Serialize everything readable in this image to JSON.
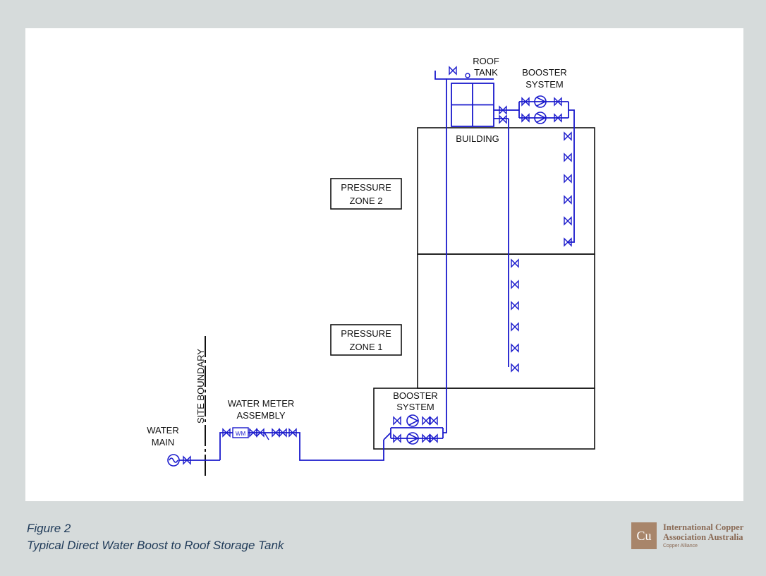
{
  "labels": {
    "roof_tank": [
      "ROOF",
      "TANK"
    ],
    "booster_top": [
      "BOOSTER",
      "SYSTEM"
    ],
    "building": "BUILDING",
    "zone2": [
      "PRESSURE",
      "ZONE 2"
    ],
    "zone1": [
      "PRESSURE",
      "ZONE 1"
    ],
    "site_boundary": "SITE BOUNDARY",
    "water_meter": [
      "WATER METER",
      "ASSEMBLY"
    ],
    "water_main": [
      "WATER",
      "MAIN"
    ],
    "booster_bottom": [
      "BOOSTER",
      "SYSTEM"
    ],
    "meter_mark": "WM"
  },
  "caption": {
    "figure_number": "Figure 2",
    "figure_title": "Typical Direct Water Boost to Roof Storage Tank"
  },
  "logo": {
    "symbol": "Cu",
    "line1": "International Copper",
    "line2": "Association Australia",
    "line3": "Copper Alliance"
  },
  "colors": {
    "background": "#d6dbdb",
    "pipe": "#1a1acc",
    "caption_text": "#1f3a58",
    "logo": "#a8856a"
  }
}
